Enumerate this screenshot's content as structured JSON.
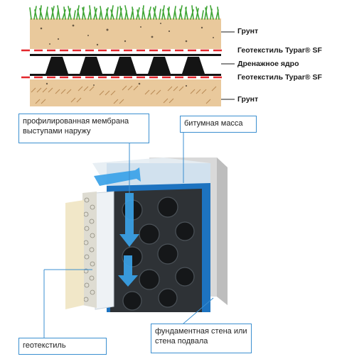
{
  "top_section": {
    "labels": {
      "soil_top": "Грунт",
      "geotextile_upper": "Геотекстиль Typar® SF",
      "drainage_core": "Дренажное ядро",
      "geotextile_lower": "Геотекстиль Typar® SF",
      "soil_bottom": "Грунт"
    }
  },
  "bottom_section": {
    "callouts": {
      "membrane": "профилированная мембрана выступами наружу",
      "bitumen": "битумная масса",
      "geotextile": "геотекстиль",
      "wall": "фундаментная стена или стена подвала"
    }
  },
  "colors": {
    "soil": "#e9c99c",
    "grass": "#3fa535",
    "dash": "#e3262b",
    "core": "#141414",
    "callout_border": "#3b8fd0",
    "water": "#1d73c0"
  }
}
